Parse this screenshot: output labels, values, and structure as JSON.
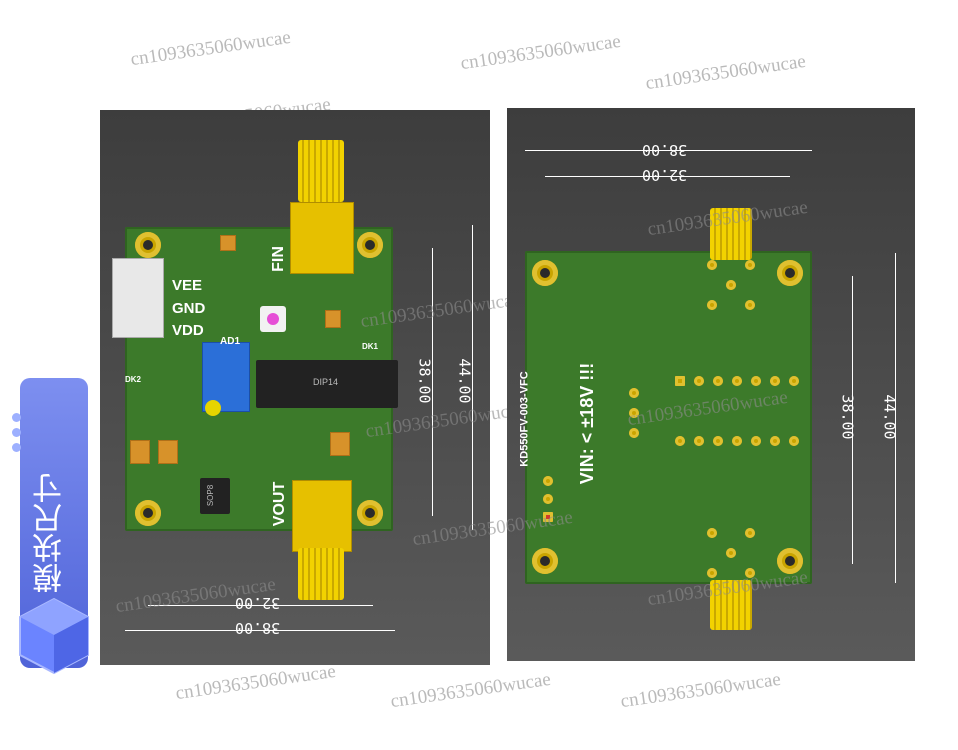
{
  "watermark": "cn1093635060wucae",
  "side_label": "模块尺寸",
  "left_view": {
    "dims": {
      "w_outer": "38.00",
      "w_inner": "32.00",
      "h_inner": "38.00",
      "h_outer": "44.00"
    },
    "labels": {
      "fin": "FIN",
      "vout": "VOUT",
      "vee": "VEE",
      "gnd": "GND",
      "vdd": "VDD",
      "dip14": "DIP14",
      "sop8": "SOP8",
      "ad": "AD1",
      "dk1": "DK1",
      "dk2": "DK2"
    }
  },
  "right_view": {
    "dims": {
      "w_outer": "38.00",
      "w_inner": "32.00",
      "h_inner": "38.00",
      "h_outer": "44.00"
    },
    "labels": {
      "model": "KD550FV-003-VFC",
      "vin": "VIN: < ±18V !!!"
    }
  }
}
